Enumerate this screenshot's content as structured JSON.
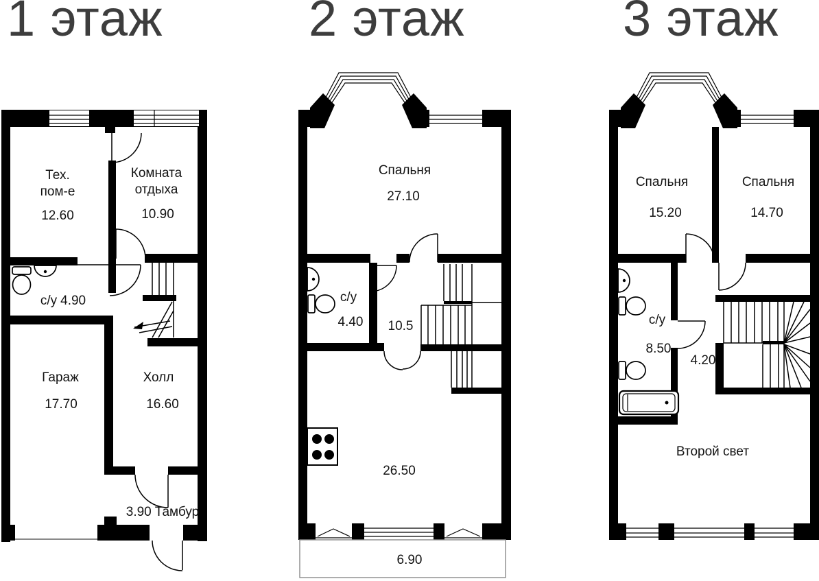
{
  "document": {
    "type": "floor-plan",
    "language": "ru"
  },
  "colors": {
    "wall": "#000000",
    "label_text": "#141414",
    "title_text": "#3d3d3d",
    "background": "#ffffff"
  },
  "floors": [
    {
      "title": "1 этаж",
      "rooms": {
        "tech": {
          "name1": "Тех.",
          "name2": "пом-е",
          "area": "12.60"
        },
        "rest": {
          "name1": "Комната",
          "name2": "отдыха",
          "area": "10.90"
        },
        "wc": {
          "name": "с/у",
          "area": "4.90"
        },
        "garage": {
          "name": "Гараж",
          "area": "17.70"
        },
        "hall": {
          "name": "Холл",
          "area": "16.60"
        },
        "tambour": {
          "name": "Тамбур",
          "area": "3.90"
        }
      }
    },
    {
      "title": "2 этаж",
      "rooms": {
        "bedroom": {
          "name": "Спальня",
          "area": "27.10"
        },
        "wc": {
          "name": "с/у",
          "area": "4.40"
        },
        "hall": {
          "area": "10.5"
        },
        "living": {
          "area": "26.50"
        },
        "balcony": {
          "area": "6.90"
        }
      }
    },
    {
      "title": "3 этаж",
      "rooms": {
        "bedroom1": {
          "name": "Спальня",
          "area": "15.20"
        },
        "bedroom2": {
          "name": "Спальня",
          "area": "14.70"
        },
        "wc": {
          "name": "с/у",
          "area": "8.50"
        },
        "hall": {
          "area": "4.20"
        },
        "void": {
          "name": "Второй свет"
        }
      }
    }
  ]
}
